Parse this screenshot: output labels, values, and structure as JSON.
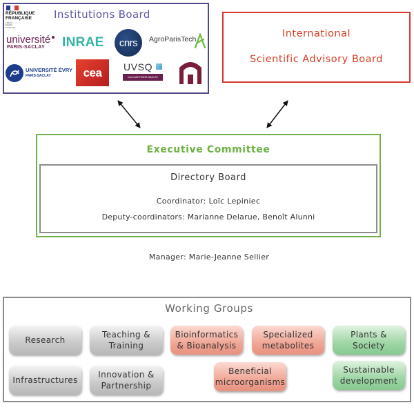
{
  "institutions": {
    "title": "Institutions Board",
    "logos": {
      "republique_line1": "RÉPUBLIQUE",
      "republique_line2": "FRANÇAISE",
      "republique_motto": "Liberté\nÉgalité\nFraternité",
      "universite": "université",
      "paris_saclay": "PARIS-SACLAY",
      "inrae": "INRAE",
      "cnrs": "cnrs",
      "agroparistech": "AgroParisTech",
      "evry_line1": "UNIVERSITÉ ÉVRY",
      "evry_line2": "PARIS-SACLAY",
      "cea": "cea",
      "uvsq": "UVSQ",
      "uvsq_sub": "université PARIS-SACLAY"
    }
  },
  "international": {
    "line1": "International",
    "line2": "Scientific Advisory Board"
  },
  "executive": {
    "title": "Executive Committee",
    "directory": {
      "title": "Directory Board",
      "coordinator": "Coordinator: Loïc Lepiniec",
      "deputies": "Deputy-coordinators: Marianne Delarue, Benoît Alunni"
    }
  },
  "manager": "Manager: Marie-Jeanne Sellier",
  "working_groups": {
    "title": "Working Groups",
    "items": [
      {
        "label": "Research",
        "tone": "gray"
      },
      {
        "label": "Teaching &\nTraining",
        "tone": "gray"
      },
      {
        "label": "Bioinformatics\n& Bioanalysis",
        "tone": "salmon"
      },
      {
        "label": "Specialized\nmetabolites",
        "tone": "salmon"
      },
      {
        "label": "Plants &\nSociety",
        "tone": "green"
      },
      {
        "label": "Infrastructures",
        "tone": "gray"
      },
      {
        "label": "Innovation &\nPartnership",
        "tone": "gray"
      },
      {
        "label": "Beneficial\nmicroorganisms",
        "tone": "salmon"
      },
      {
        "label": "Sustainable\ndevelopment",
        "tone": "green"
      }
    ]
  },
  "colors": {
    "institutions_border": "#4e4a8a",
    "international": "#d53a2b",
    "executive": "#70b04a",
    "gray_box": "#8c8c8c"
  }
}
